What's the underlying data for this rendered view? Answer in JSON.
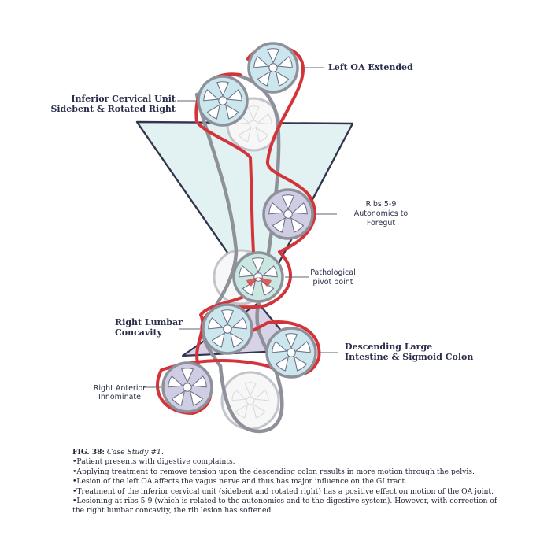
{
  "labels": {
    "left_oa": "Left OA Extended",
    "inferior_cervical_1": "Inferior Cervical Unit",
    "inferior_cervical_2": "Sidebent & Rotated Right",
    "ribs_1": "Ribs 5-9",
    "ribs_2": "Autonomics to",
    "ribs_3": "Foregut",
    "pivot_1": "Pathological",
    "pivot_2": "pivot point",
    "lumbar_1": "Right Lumbar",
    "lumbar_2": "Concavity",
    "descending_1": "Descending Large",
    "descending_2": "Intestine & Sigmoid Colon",
    "innominate_1": "Right Anterior",
    "innominate_2": "Innominate"
  },
  "caption": {
    "fig_number": "FIG. 38:",
    "fig_title": "Case Study #1.",
    "bullets": [
      "Patient presents with digestive complaints.",
      "Applying treatment to remove tension upon the descending colon results in more motion through the pelvis.",
      "Lesion of the left OA affects the vagus nerve and thus has major influence on the GI tract.",
      "Treatment of the inferior cervical unit (sidebent and rotated right) has a positive effect on motion of the OA joint.",
      "Lesioning at ribs 5-9 (which is related to the autonomics and to the digestive system). However, with correction of the right lumbar concavity, the rib lesion has softened."
    ]
  },
  "colors": {
    "belt_red": "#d3343a",
    "belt_gray": "#8e909a",
    "wheel_blue": "#cbe6ec",
    "wheel_lavender": "#cfcde3",
    "wheel_teal": "#c9e7e0",
    "wheel_white": "#f5f5f5",
    "triangle_fill": "#ddeeef",
    "triangle_stroke": "#33344e",
    "text": "#2a2e4a"
  }
}
